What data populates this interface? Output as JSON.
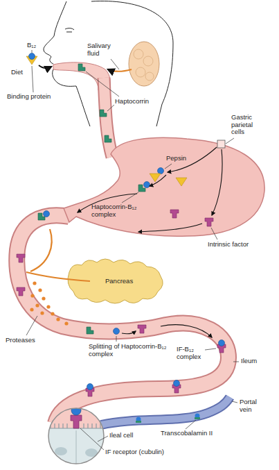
{
  "diagram": {
    "labels": [
      "B₁₂",
      "Diet",
      "Binding protein",
      "Salivary fluid",
      "Haptocorrin",
      "Gastric parietal cells",
      "Pepsin",
      "Haptocorrin-B₁₂ complex",
      "Intrinsic factor",
      "Pancreas",
      "Proteases",
      "Splitting of Haptocorrin-B₁₂ complex",
      "IF-B₁₂ complex",
      "Ileum",
      "Portal vein",
      "Ileal cell",
      "IF receptor (cubulin)",
      "Transcobalamin II"
    ]
  }
}
